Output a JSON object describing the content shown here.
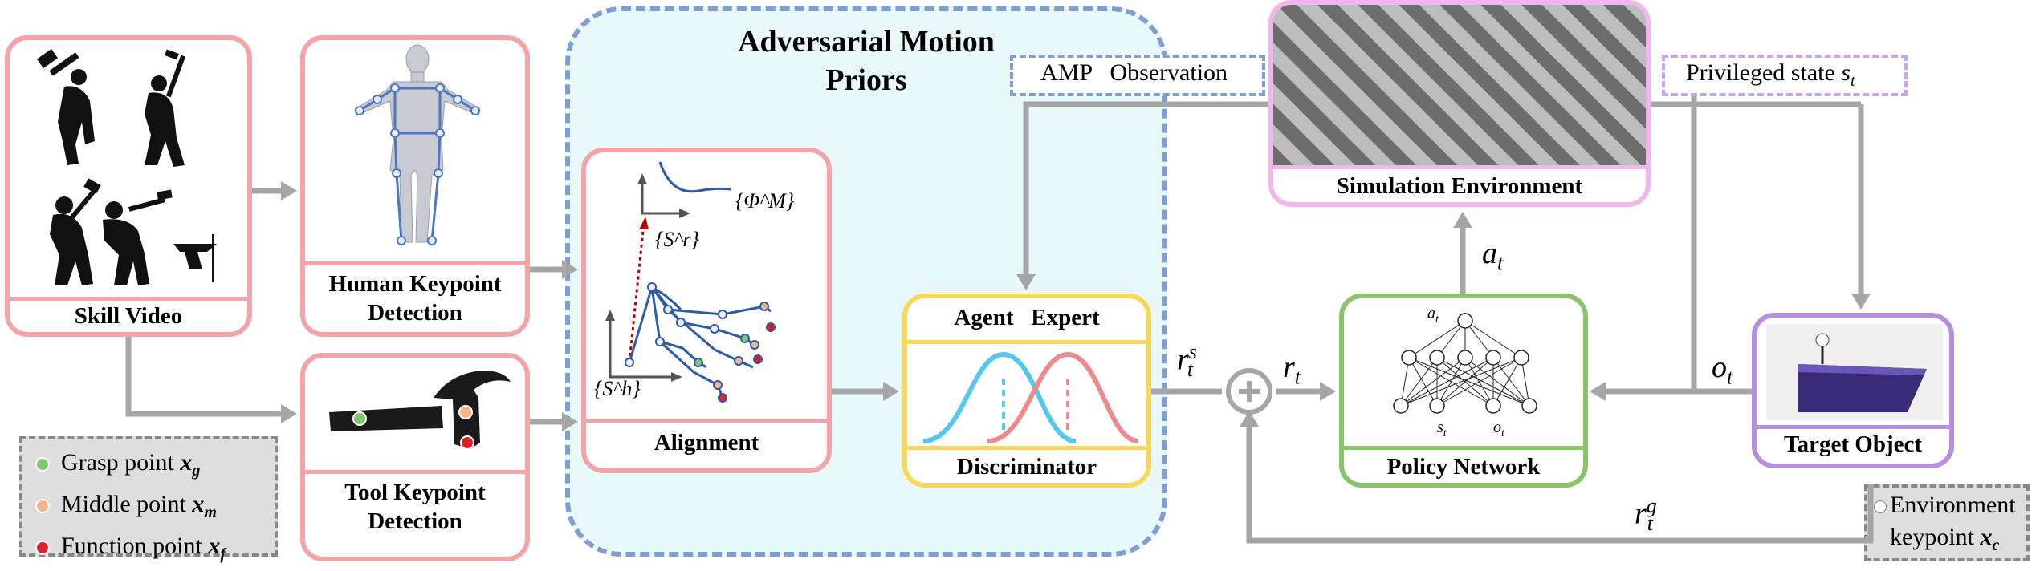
{
  "amp": {
    "title_line1": "Adversarial Motion",
    "title_line2": "Priors"
  },
  "skill_video": {
    "caption": "Skill Video"
  },
  "human_kp": {
    "caption_line1": "Human Keypoint",
    "caption_line2": "Detection"
  },
  "tool_kp": {
    "caption_line1": "Tool Keypoint",
    "caption_line2": "Detection"
  },
  "alignment": {
    "caption": "Alignment",
    "phi": "{Φ^M}",
    "sr": "{S^r}",
    "sh": "{S^h}"
  },
  "discriminator": {
    "caption": "Discriminator",
    "agent": "Agent",
    "expert": "Expert"
  },
  "sim": {
    "caption": "Simulation Environment"
  },
  "amp_obs": {
    "label": "AMP   Observation"
  },
  "priv": {
    "label": "Privileged state",
    "sym": "s",
    "sub": "t"
  },
  "policy": {
    "caption": "Policy Network",
    "node_top": "a",
    "node_b1": "s",
    "node_b2": "o",
    "sub": "t"
  },
  "target": {
    "caption": "Target Object"
  },
  "env_kp": {
    "line1": "Environment",
    "line2": "keypoint",
    "sym": "x",
    "sub": "c"
  },
  "signals": {
    "at": "a",
    "rs_base": "r",
    "rs_sub": "t",
    "rs_sup": "s",
    "rt": "r",
    "rt_sub": "t",
    "ot": "o",
    "ot_sub": "t",
    "rg_base": "r",
    "rg_sub": "t",
    "rg_sup": "g"
  },
  "legend": {
    "items": [
      {
        "text": "Grasp point ",
        "sym": "x",
        "sub": "g",
        "color": "#7cc96f"
      },
      {
        "text": "Middle point ",
        "sym": "x",
        "sub": "m",
        "color": "#f5b48a"
      },
      {
        "text": "Function point ",
        "sym": "x",
        "sub": "f",
        "color": "#e0212a"
      }
    ]
  },
  "colors": {
    "pink": "#f2a4a8",
    "blue_dash": "#7f9fd4",
    "amp_bg": "#e9f8f8",
    "yellow": "#f8d85a",
    "green": "#8cc46c",
    "purple": "#b88ee2",
    "sim_border": "#f1b6ee",
    "arrow": "#a6a6a6",
    "agent": "#55c7f2",
    "expert": "#ef8a8c"
  }
}
